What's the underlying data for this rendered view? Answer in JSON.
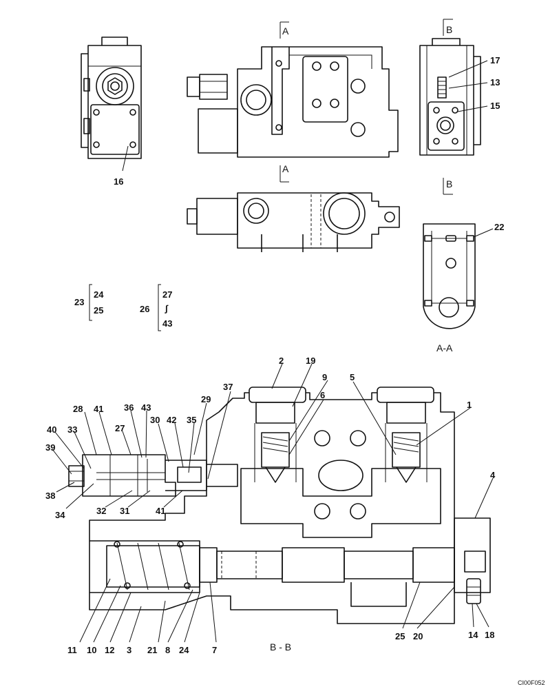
{
  "section_markers": {
    "a": "A",
    "b": "B"
  },
  "section_titles": {
    "aa": "A-A",
    "bb": "B - B"
  },
  "groups": {
    "g23": {
      "label": "23",
      "items": [
        "24",
        "25"
      ]
    },
    "g26": {
      "label": "26",
      "items": [
        "27",
        "∫",
        "43"
      ]
    }
  },
  "callouts": {
    "c16": "16",
    "c17": "17",
    "c13": "13",
    "c15": "15",
    "c22": "22",
    "c2": "2",
    "c19": "19",
    "c9": "9",
    "c6": "6",
    "c5": "5",
    "c1": "1",
    "c4": "4",
    "c37": "37",
    "c29": "29",
    "c28": "28",
    "c41a": "41",
    "c36": "36",
    "c43": "43",
    "c27": "27",
    "c30": "30",
    "c42": "42",
    "c35": "35",
    "c40": "40",
    "c33": "33",
    "c39": "39",
    "c38": "38",
    "c34": "34",
    "c32": "32",
    "c31": "31",
    "c41b": "41",
    "c11": "11",
    "c10": "10",
    "c12": "12",
    "c3": "3",
    "c21": "21",
    "c8": "8",
    "c24": "24",
    "c7": "7",
    "c25": "25",
    "c20": "20",
    "c14": "14",
    "c18": "18"
  },
  "drawing_code": "CI00F052"
}
